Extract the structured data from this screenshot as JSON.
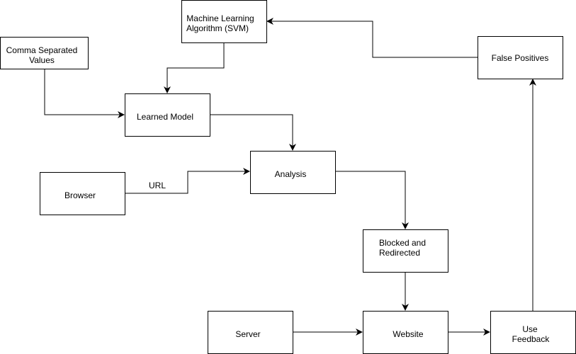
{
  "diagram": {
    "nodes": {
      "csv": {
        "lines": [
          "Comma Separated",
          "Values"
        ]
      },
      "ml": {
        "lines": [
          "Machine Learning",
          "Algorithm (SVM)"
        ]
      },
      "model": {
        "lines": [
          "Learned Model"
        ]
      },
      "analysis": {
        "lines": [
          "Analysis"
        ]
      },
      "browser": {
        "lines": [
          "Browser"
        ]
      },
      "blocked": {
        "lines": [
          "Blocked and",
          "Redirected"
        ]
      },
      "server": {
        "lines": [
          "Server"
        ]
      },
      "website": {
        "lines": [
          "Website"
        ]
      },
      "feedback": {
        "lines": [
          "Use",
          "Feedback"
        ]
      },
      "falsepos": {
        "lines": [
          "False Positives"
        ]
      }
    },
    "edges": [
      {
        "from": "ml",
        "to": "model",
        "label": ""
      },
      {
        "from": "csv",
        "to": "model",
        "label": ""
      },
      {
        "from": "model",
        "to": "analysis",
        "label": ""
      },
      {
        "from": "browser",
        "to": "analysis",
        "label": "URL"
      },
      {
        "from": "analysis",
        "to": "blocked",
        "label": ""
      },
      {
        "from": "blocked",
        "to": "website",
        "label": ""
      },
      {
        "from": "server",
        "to": "website",
        "label": ""
      },
      {
        "from": "website",
        "to": "feedback",
        "label": ""
      },
      {
        "from": "feedback",
        "to": "falsepos",
        "label": ""
      },
      {
        "from": "falsepos",
        "to": "ml",
        "label": ""
      }
    ],
    "colors": {
      "stroke": "#000000",
      "fill": "#ffffff",
      "text": "#000000"
    }
  }
}
